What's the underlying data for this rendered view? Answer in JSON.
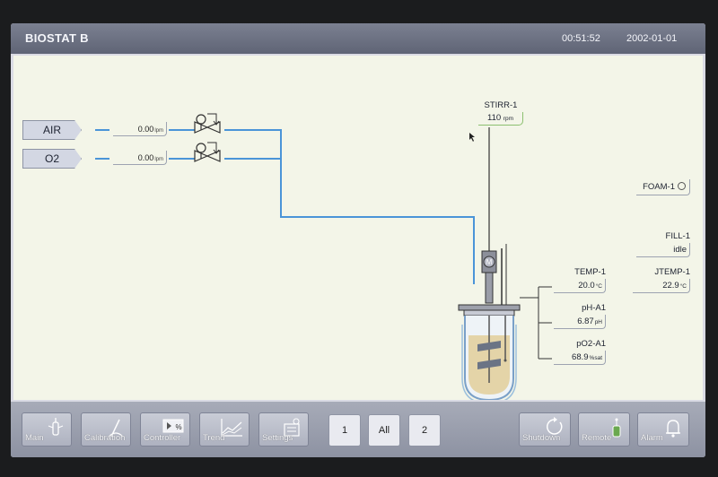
{
  "header": {
    "title": "BIOSTAT B",
    "time": "00:51:52",
    "date": "2002-01-01"
  },
  "gas_lines": [
    {
      "name": "AIR",
      "value": "0.00",
      "unit": "lpm"
    },
    {
      "name": "O2",
      "value": "0.00",
      "unit": "lpm"
    }
  ],
  "stirrer": {
    "label": "STIRR-1",
    "value": "110",
    "unit": "rpm"
  },
  "foam": {
    "label": "FOAM-1"
  },
  "fill": {
    "label": "FILL-1",
    "value": "idle"
  },
  "sensors": {
    "temp": {
      "label": "TEMP-1",
      "value": "20.0",
      "unit": "°C"
    },
    "jtemp": {
      "label": "JTEMP-1",
      "value": "22.9",
      "unit": "°C"
    },
    "ph": {
      "label": "pH-A1",
      "value": "6.87",
      "unit": "pH"
    },
    "po2": {
      "label": "pO2-A1",
      "value": "68.9",
      "unit": "%sat"
    }
  },
  "motor_symbol": "M",
  "footer": {
    "nav": [
      {
        "label": "Main",
        "icon": "vessel-icon"
      },
      {
        "label": "Calibration",
        "icon": "calibration-icon"
      },
      {
        "label": "Controller",
        "icon": "controller-icon",
        "icon_text": "%"
      },
      {
        "label": "Trend",
        "icon": "trend-chart-icon"
      },
      {
        "label": "Settings",
        "icon": "settings-icon"
      }
    ],
    "pages": [
      "1",
      "All",
      "2"
    ],
    "system": [
      {
        "label": "Shutdown",
        "icon": "refresh-icon"
      },
      {
        "label": "Remote",
        "icon": "remote-icon"
      },
      {
        "label": "Alarm",
        "icon": "bell-icon"
      }
    ]
  },
  "colors": {
    "pipe": "#4a94d8",
    "stirrer_accent": "#8cc070",
    "title_bar": "#6a6f80",
    "canvas": "#f3f5e8"
  }
}
